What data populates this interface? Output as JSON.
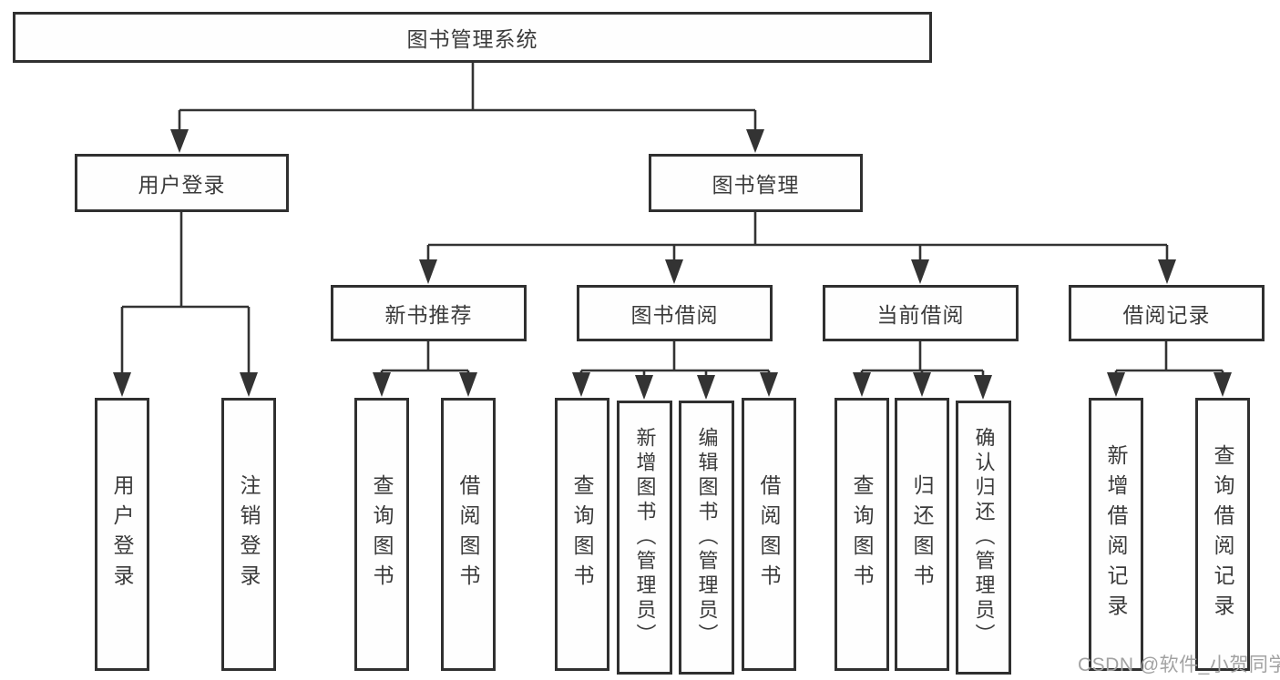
{
  "colors": {
    "line": "#333333",
    "box_border": "#303030",
    "text": "#3b3b3b",
    "watermark": "#a2a2a2",
    "background": "#ffffff"
  },
  "tree": {
    "root": {
      "label": "图书管理系统"
    },
    "branches": [
      {
        "label": "用户登录",
        "leaves": [
          {
            "label": "用户登录"
          },
          {
            "label": "注销登录"
          }
        ]
      },
      {
        "label": "图书管理",
        "groups": [
          {
            "label": "新书推荐",
            "leaves": [
              {
                "label": "查询图书"
              },
              {
                "label": "借阅图书"
              }
            ]
          },
          {
            "label": "图书借阅",
            "leaves": [
              {
                "label": "查询图书"
              },
              {
                "label": "新增图书（管理员）"
              },
              {
                "label": "编辑图书（管理员）"
              },
              {
                "label": "借阅图书"
              }
            ]
          },
          {
            "label": "当前借阅",
            "leaves": [
              {
                "label": "查询图书"
              },
              {
                "label": "归还图书"
              },
              {
                "label": "确认归还（管理员）"
              }
            ]
          },
          {
            "label": "借阅记录",
            "leaves": [
              {
                "label": "新增借阅记录"
              },
              {
                "label": "查询借阅记录"
              }
            ]
          }
        ]
      }
    ]
  },
  "watermark": "CSDN @软件_小贺同学"
}
